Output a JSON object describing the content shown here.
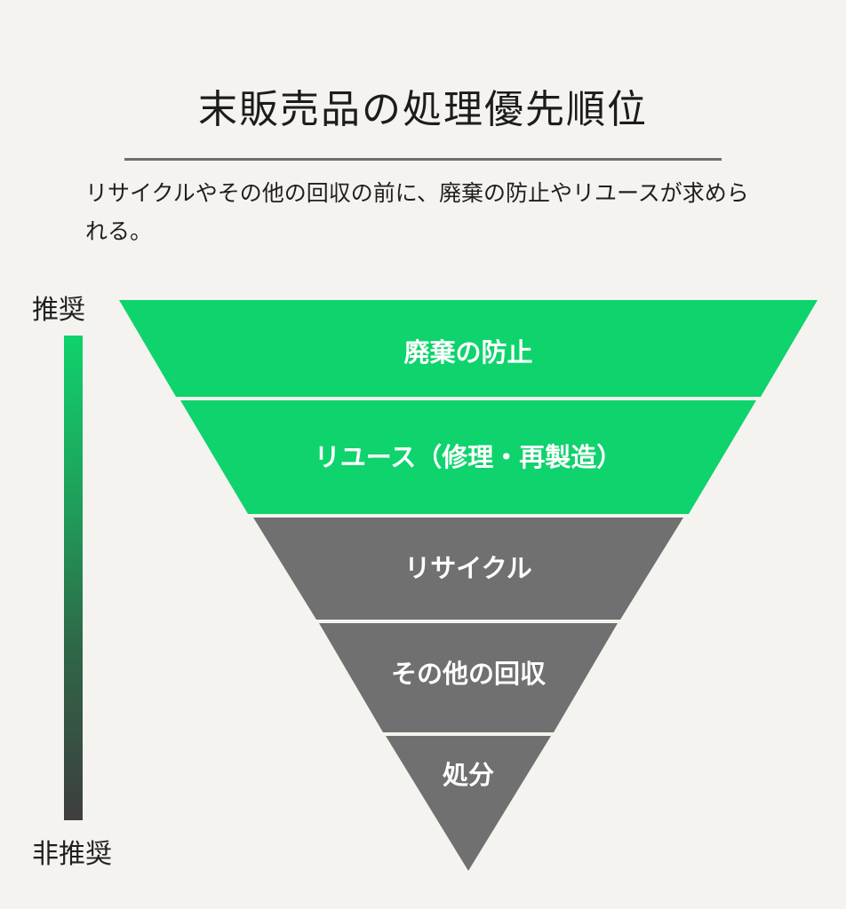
{
  "title": "末販売品の処理優先順位",
  "subtitle": "リサイクルやその他の回収の前に、廃棄の防止やリユースが求められる。",
  "scale": {
    "top_label": "推奨",
    "bottom_label": "非推奨",
    "gradient_top_color": "#10d26c",
    "gradient_bottom_color": "#3e3e3e"
  },
  "levels": [
    {
      "label": "廃棄の防止",
      "color": "#0fd36d"
    },
    {
      "label": "リユース（修理・再製造）",
      "color": "#0fd36d"
    },
    {
      "label": "リサイクル",
      "color": "#707070"
    },
    {
      "label": "その他の回収",
      "color": "#707070"
    },
    {
      "label": "処分",
      "color": "#707070"
    }
  ]
}
